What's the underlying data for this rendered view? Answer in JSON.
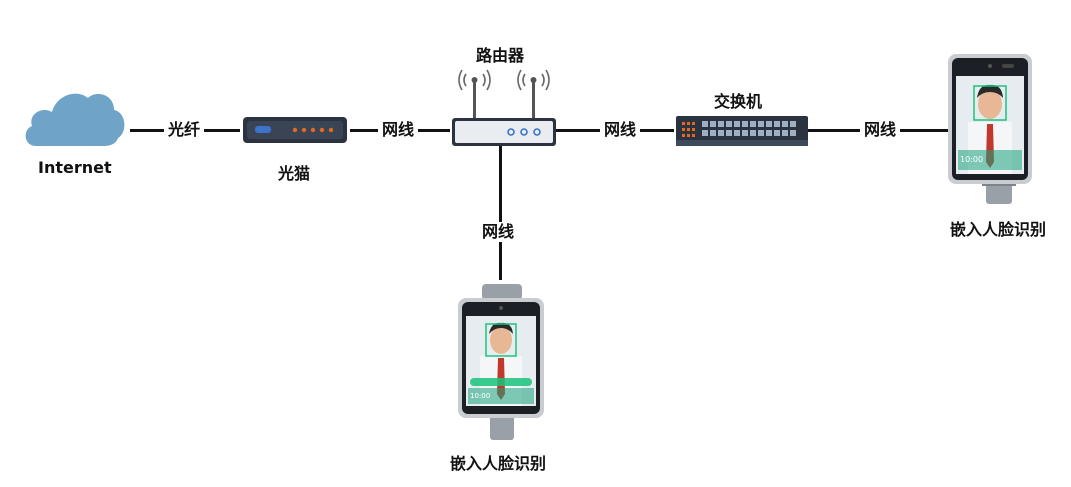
{
  "nodes": {
    "internet": {
      "label": "Internet",
      "icon": "cloud-icon"
    },
    "modem": {
      "label": "光猫",
      "icon": "modem-icon"
    },
    "router": {
      "label": "路由器",
      "icon": "router-icon"
    },
    "switch": {
      "label": "交换机",
      "icon": "switch-icon"
    },
    "terminal_right": {
      "label": "嵌入人脸识别",
      "icon": "face-terminal-icon"
    },
    "terminal_bottom": {
      "label": "嵌入人脸识别",
      "icon": "face-terminal-icon"
    }
  },
  "links": {
    "internet_modem": "光纤",
    "modem_router": "网线",
    "router_switch": "网线",
    "switch_terminal": "网线",
    "router_terminal": "网线"
  },
  "terminal_screen": {
    "time": "10:00"
  },
  "colors": {
    "cloud": "#6fa3c7",
    "line": "#111111",
    "device_dark": "#2b3340",
    "led_orange": "#e06a1f",
    "led_blue": "#3b74c9",
    "screen_green": "#19c37d"
  }
}
